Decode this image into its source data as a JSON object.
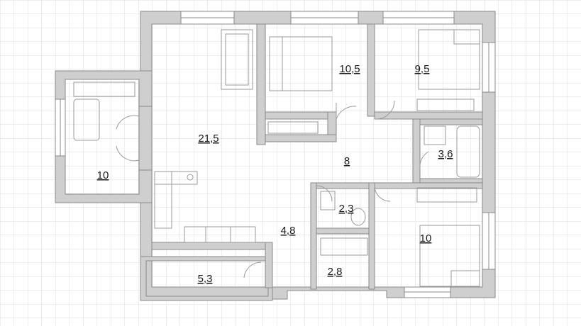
{
  "plan": {
    "rooms": [
      {
        "id": "living-room",
        "area": "21,5"
      },
      {
        "id": "bedroom-1",
        "area": "10,5"
      },
      {
        "id": "bedroom-2",
        "area": "9,5"
      },
      {
        "id": "hallway",
        "area": "8"
      },
      {
        "id": "bathroom",
        "area": "3,6"
      },
      {
        "id": "loggia",
        "area": "10"
      },
      {
        "id": "toilet",
        "area": "2,3"
      },
      {
        "id": "entry-hall",
        "area": "4,8"
      },
      {
        "id": "bedroom-3",
        "area": "10"
      },
      {
        "id": "storage",
        "area": "2,8"
      },
      {
        "id": "balcony",
        "area": "5,3"
      }
    ]
  },
  "colors": {
    "grid": "#dcdcdc",
    "wall": "#cfcfcf",
    "wall_edge": "#8a8a8a",
    "furniture": "#9a9a9a",
    "text": "#1a1a1a"
  }
}
